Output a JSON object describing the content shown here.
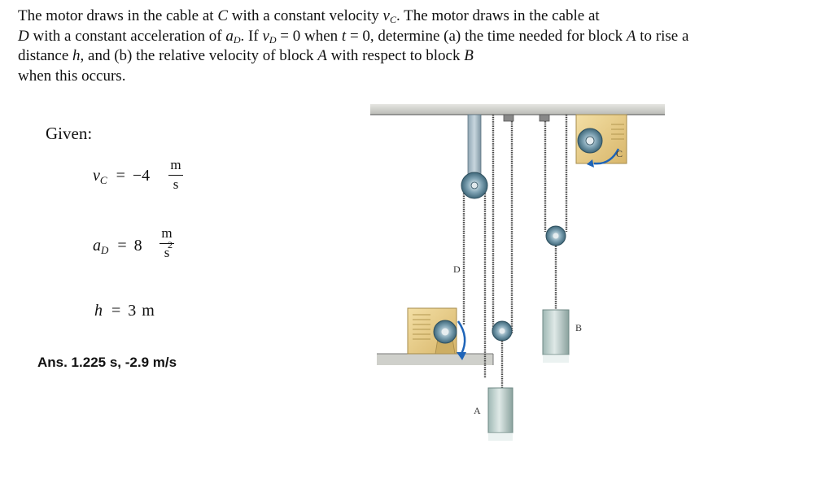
{
  "problem": {
    "s1": "The motor draws in the cable at",
    "C": "C",
    "s2": "with a constant velocity",
    "v": "v",
    "sub_C": "C",
    "s3": ". The motor draws in the cable at",
    "D": "D",
    "s4": "with a constant acceleration of",
    "a": "a",
    "sub_D": "D",
    "s5": ". If",
    "v2": "v",
    "sub_D2": "D",
    "s6": "= 0 when",
    "t": "t",
    "s7": "= 0, determine (a) the time needed for block",
    "A": "A",
    "s8": "to rise a distance",
    "h": "h",
    "s9": ", and (b) the relative velocity of block",
    "A2": "A",
    "s10": "with respect to block",
    "B": "B",
    "s11": "when this occurs."
  },
  "given": {
    "label": "Given:",
    "vC": {
      "var": "v",
      "sub": "C",
      "eq": "=",
      "value": "−4",
      "num": "m",
      "den": "s",
      "pow": ""
    },
    "aD": {
      "var": "a",
      "sub": "D",
      "eq": "=",
      "value": "8",
      "num": "m",
      "den": "s",
      "pow": "2"
    },
    "h": {
      "var": "h",
      "eq": "=",
      "value": "3",
      "unit": "m"
    }
  },
  "answer": "Ans. 1.225 s, -2.9 m/s",
  "figure": {
    "label_A": "A",
    "label_B": "B",
    "label_C": "C",
    "label_D": "D"
  }
}
